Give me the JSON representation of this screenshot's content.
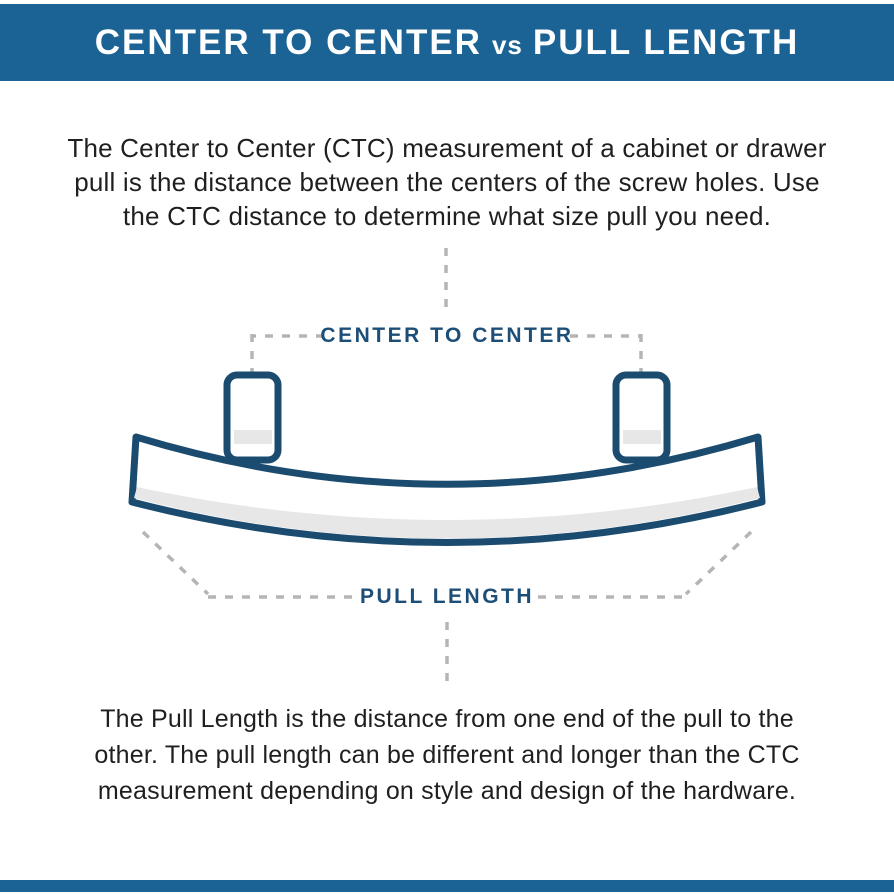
{
  "header": {
    "title_left": "CENTER TO CENTER",
    "title_vs": "vs",
    "title_right": "PULL LENGTH"
  },
  "intro": {
    "lines": [
      "The Center to Center (CTC) measurement of a cabinet or drawer",
      "pull is the distance between the centers of the screw holes. Use",
      "the CTC distance to determine what size pull you need."
    ]
  },
  "diagram": {
    "ctc_label": "CENTER TO CENTER",
    "pull_label": "PULL LENGTH"
  },
  "outro": {
    "lines": [
      "The Pull Length is the distance from one end of the pull to the",
      "other. The pull length can be different and longer than the CTC",
      "measurement depending on style and design of the hardware."
    ]
  },
  "colors": {
    "banner_blue": "#1b6394",
    "pull_outline_navy": "#1b4c70",
    "label_navy": "#1d4e78",
    "dash_gray": "#b5b5b5",
    "shade_gray": "#e7e7e7",
    "body_text": "#1f1f1f"
  }
}
